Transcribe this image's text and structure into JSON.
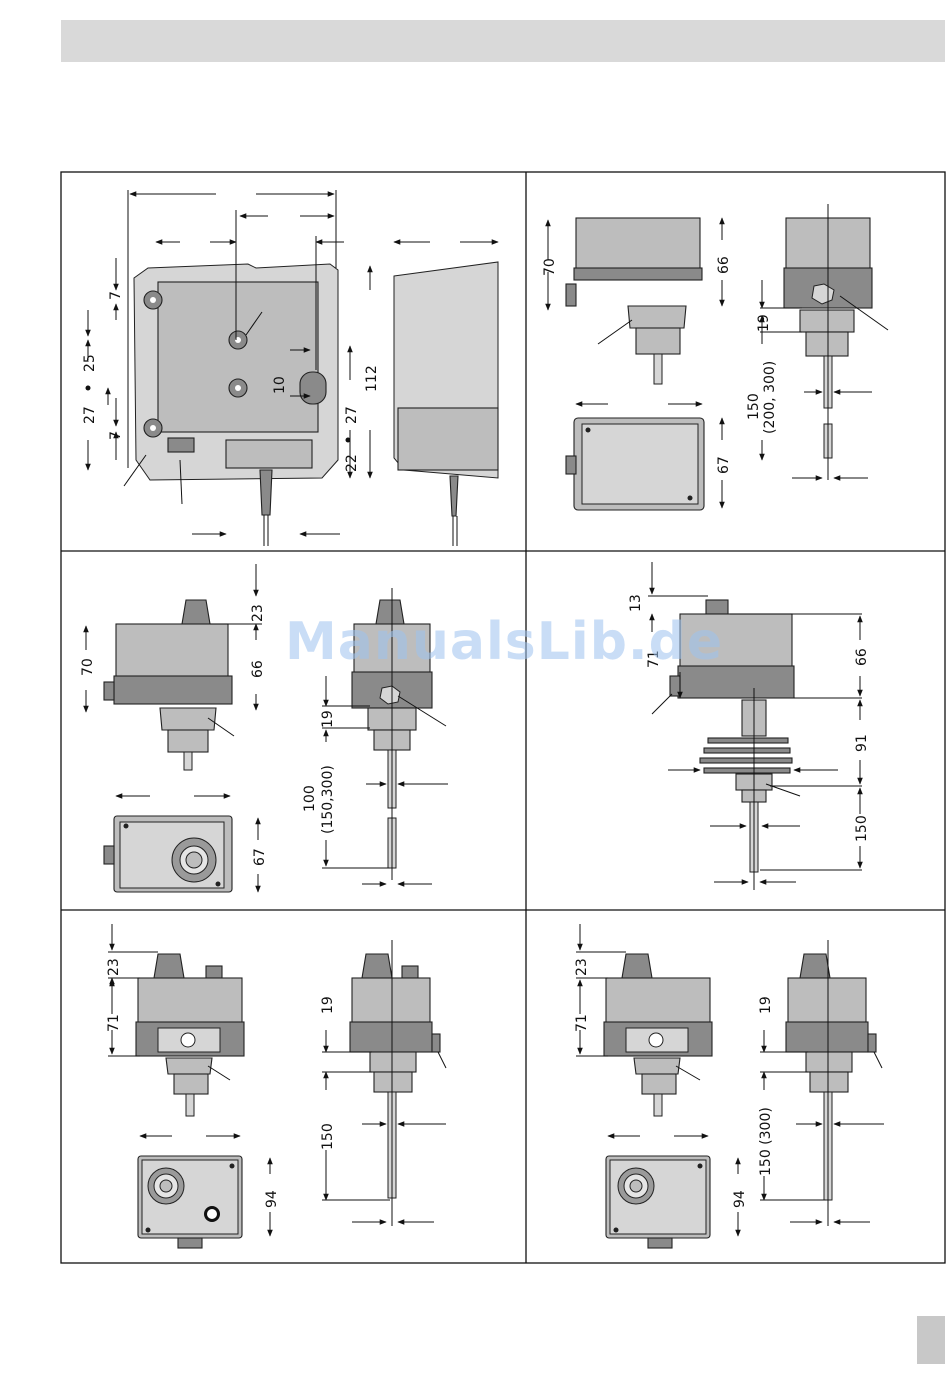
{
  "watermark": "ManualsLib.de",
  "panel1": {
    "labels": [
      "7",
      "25",
      "27",
      "7",
      "10",
      "112",
      "27",
      "22"
    ]
  },
  "panel2": {
    "labels": [
      "70",
      "66",
      "19",
      "150",
      "(200, 300)",
      "67"
    ]
  },
  "panel3": {
    "labels": [
      "23",
      "70",
      "66",
      "19",
      "100",
      "(150,300)",
      "67"
    ]
  },
  "panel4": {
    "labels": [
      "13",
      "71",
      "66",
      "91",
      "150"
    ]
  },
  "panel5": {
    "labels": [
      "23",
      "71",
      "19",
      "150",
      "94"
    ]
  },
  "panel6": {
    "labels": [
      "23",
      "71",
      "19",
      "150 (300)",
      "94"
    ]
  }
}
